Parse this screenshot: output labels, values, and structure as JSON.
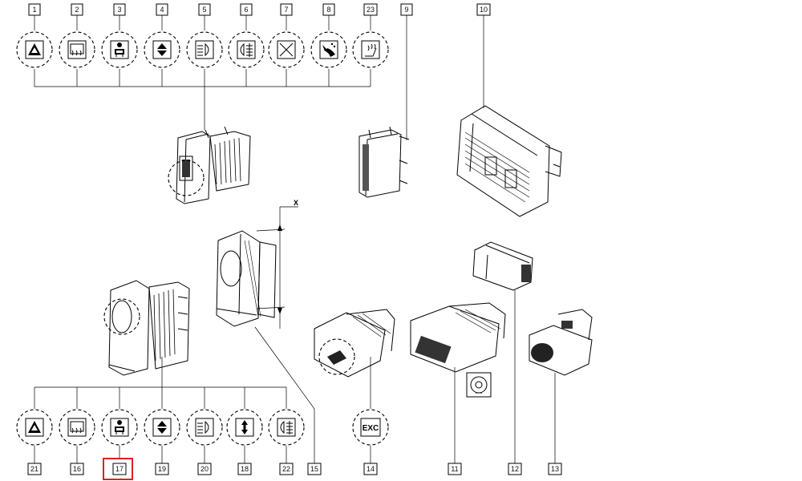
{
  "top_row": [
    {
      "ref": "1",
      "icon": "hazard-warning-icon"
    },
    {
      "ref": "2",
      "icon": "rear-defrost-icon"
    },
    {
      "ref": "3",
      "icon": "child-lock-icon"
    },
    {
      "ref": "4",
      "icon": "up-down-arrows-icon"
    },
    {
      "ref": "5",
      "icon": "headlamp-icon"
    },
    {
      "ref": "6",
      "icon": "fog-lamp-icon"
    },
    {
      "ref": "7",
      "icon": "blank-cross-icon"
    },
    {
      "ref": "8",
      "icon": "washer-icon"
    },
    {
      "ref": "23",
      "icon": "heated-seat-icon"
    }
  ],
  "bottom_row": [
    {
      "ref": "21",
      "icon": "hazard-warning-icon"
    },
    {
      "ref": "16",
      "icon": "rear-defrost-icon"
    },
    {
      "ref": "17",
      "icon": "child-lock-icon",
      "highlighted": true
    },
    {
      "ref": "19",
      "icon": "up-down-arrows-icon"
    },
    {
      "ref": "20",
      "icon": "headlamp-icon"
    },
    {
      "ref": "18",
      "icon": "vertical-arrow-icon"
    },
    {
      "ref": "22",
      "icon": "fog-lamp-icon"
    },
    {
      "ref": "14",
      "icon": "exc-icon",
      "text": "EXC"
    }
  ],
  "part_refs": {
    "p9": "9",
    "p10": "10",
    "p15": "15",
    "p11": "11",
    "p12": "12",
    "p13": "13"
  },
  "dimension_label": "X",
  "highlight_color": "#e02020"
}
